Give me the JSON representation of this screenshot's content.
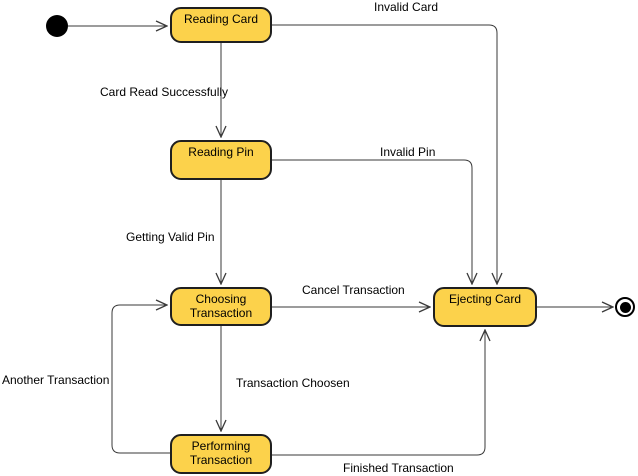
{
  "diagram": {
    "type": "uml-state-machine",
    "background_color": "#ffffff",
    "state_fill_color": "#FCD24B",
    "state_border_color": "#1f1f1f",
    "line_color": "#3a3a3a",
    "text_color": "#000000"
  },
  "states": [
    {
      "id": "reading-card",
      "label": "Reading Card"
    },
    {
      "id": "reading-pin",
      "label": "Reading Pin"
    },
    {
      "id": "choosing-transaction",
      "label": "Choosing Transaction"
    },
    {
      "id": "ejecting-card",
      "label": "Ejecting Card"
    },
    {
      "id": "performing-transaction",
      "label": "Performing Transaction"
    }
  ],
  "pseudostates": [
    {
      "id": "initial",
      "type": "initial-state"
    },
    {
      "id": "final",
      "type": "final-state"
    }
  ],
  "transitions": [
    {
      "from": "initial",
      "to": "reading-card",
      "label": ""
    },
    {
      "from": "reading-card",
      "to": "reading-pin",
      "label": "Card Read Successfully"
    },
    {
      "from": "reading-card",
      "to": "ejecting-card",
      "label": "Invalid Card"
    },
    {
      "from": "reading-pin",
      "to": "choosing-transaction",
      "label": "Getting Valid Pin"
    },
    {
      "from": "reading-pin",
      "to": "ejecting-card",
      "label": "Invalid Pin"
    },
    {
      "from": "choosing-transaction",
      "to": "ejecting-card",
      "label": "Cancel Transaction"
    },
    {
      "from": "choosing-transaction",
      "to": "performing-transaction",
      "label": "Transaction Choosen"
    },
    {
      "from": "performing-transaction",
      "to": "choosing-transaction",
      "label": "Another Transaction"
    },
    {
      "from": "performing-transaction",
      "to": "ejecting-card",
      "label": "Finished Transaction"
    },
    {
      "from": "ejecting-card",
      "to": "final",
      "label": ""
    }
  ]
}
